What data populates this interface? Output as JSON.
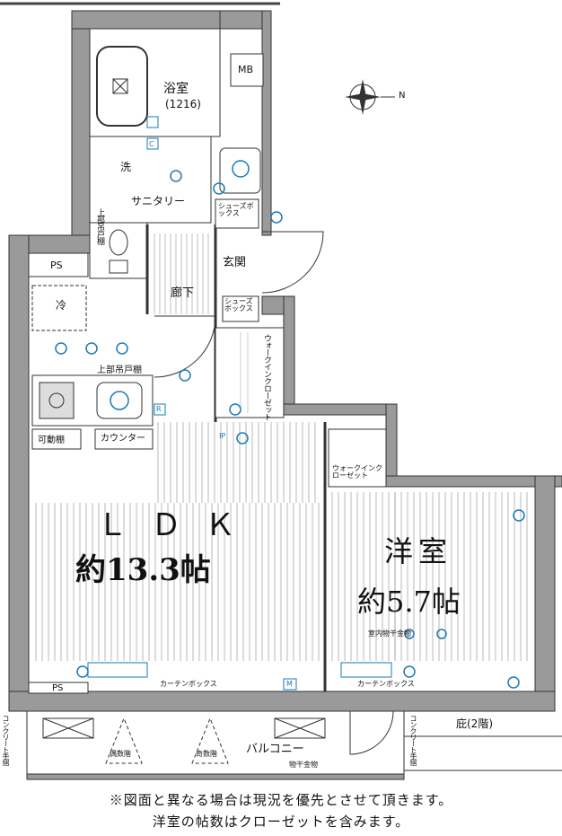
{
  "rooms": {
    "bath": {
      "name": "浴室",
      "size": "(1216)"
    },
    "mb": "MB",
    "wash": "洗",
    "sanitary": "サニタリー",
    "upper_storage_vertical": "上部吊戸棚",
    "shoes_box_1": "シューズボックス",
    "shoes_box_2": "シューズボックス",
    "entrance": "玄関",
    "hallway": "廊下",
    "walkin_vertical": "ウォークインクローゼット",
    "ps_top": "PS",
    "fridge": "冷",
    "upper_storage": "上部吊戸棚",
    "movable_shelf": "可動棚",
    "counter": "カウンター",
    "ldk": {
      "name": "ＬＤＫ",
      "size": "約13.3帖"
    },
    "walkin_bedroom": "ウォークインクローゼット",
    "bedroom": {
      "name": "洋室",
      "size": "約5.7帖"
    },
    "indoor_drying": "室内物干金物",
    "curtain_box_1": "カーテンボックス",
    "curtain_box_2": "カーテンボックス",
    "ps_bottom": "PS",
    "balcony": "バルコニー",
    "clothes_hanger": "物干金物",
    "even_floor": "偶数階",
    "odd_floor": "奇数階",
    "eaves": "庇(2階)",
    "concrete_rail_left": "コンクリート手摺",
    "concrete_rail_right": "コンクリート手摺",
    "marker_m": "M",
    "marker_r": "R",
    "marker_c": "C",
    "marker_ip": "IP"
  },
  "notes": {
    "line1": "※図面と異なる場合は現況を優先とさせて頂きます。",
    "line2": "洋室の帖数はクローゼットを含みます。"
  },
  "compass": "N"
}
